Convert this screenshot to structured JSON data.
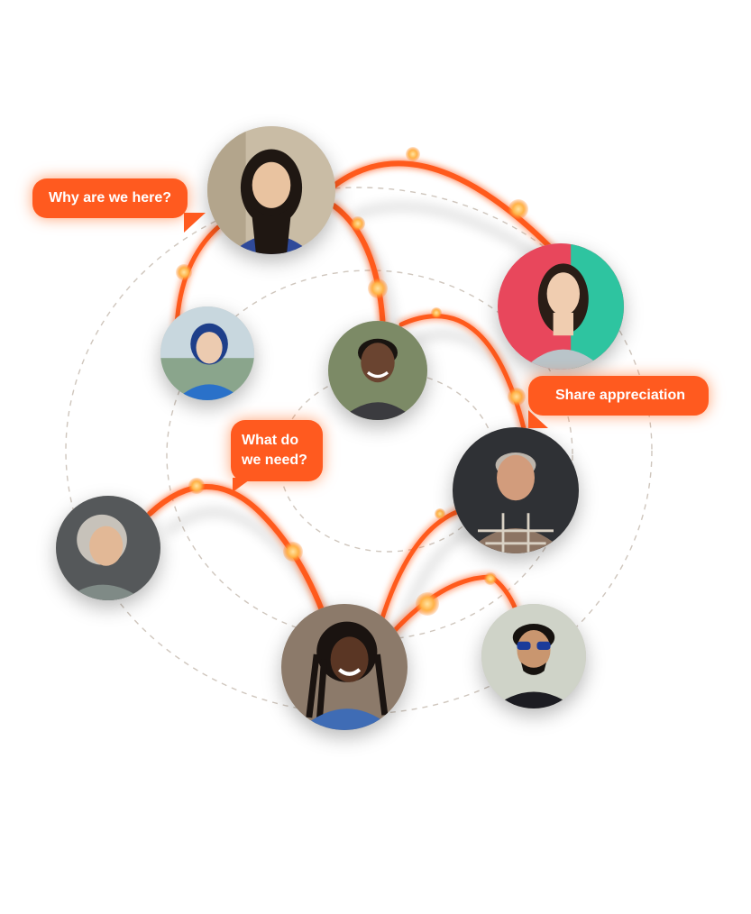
{
  "bubbles": {
    "why": "Why are we here?",
    "share": "Share appreciation",
    "what_line1": "What do",
    "what_line2": "we need?"
  },
  "colors": {
    "accent": "#ff5a1f",
    "glow": "#ffb347",
    "ring": "#cfc6bd",
    "background": "#ffffff"
  },
  "people": [
    {
      "id": "woman-long-dark-hair",
      "skin": "#e9c3a0",
      "hair": "#1f1712",
      "shirt": "#2f4a9a",
      "bg": "#c9bca5"
    },
    {
      "id": "woman-colorful-wall",
      "skin": "#f0cdb0",
      "hair": "#2a1d16",
      "shirt": "#b9c4c9",
      "bg": "#e8475c"
    },
    {
      "id": "teen-blue-top",
      "skin": "#eccbb0",
      "hair": "#1e3f8a",
      "shirt": "#2a71c9",
      "bg": "#c8d7de"
    },
    {
      "id": "man-smiling",
      "skin": "#6a4430",
      "hair": "#191410",
      "shirt": "#3b3b3f",
      "bg": "#7c8a66"
    },
    {
      "id": "older-man-plaid",
      "skin": "#d29c7c",
      "hair": "#bdb5ac",
      "shirt": "#8c7463",
      "bg": "#2f3135"
    },
    {
      "id": "older-woman",
      "skin": "#e2b896",
      "hair": "#c7c2ba",
      "shirt": "#7f8a86",
      "bg": "#55585a"
    },
    {
      "id": "woman-braids-denim",
      "skin": "#5a3624",
      "hair": "#1a1310",
      "shirt": "#3f6cb5",
      "bg": "#8c7a6a"
    },
    {
      "id": "man-sunglasses",
      "skin": "#c9966f",
      "hair": "#16120f",
      "shirt": "#1c1c22",
      "bg": "#cfd3c8"
    }
  ]
}
